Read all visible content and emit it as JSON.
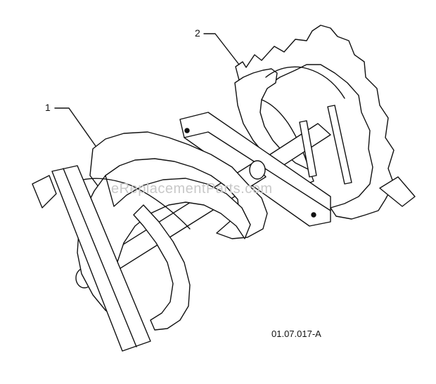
{
  "diagram": {
    "callouts": [
      {
        "id": "1",
        "label": "1",
        "part": "auger-flight-front"
      },
      {
        "id": "2",
        "label": "2",
        "part": "auger-flight-rear"
      }
    ],
    "drawing_code": "01.07.017-A",
    "watermark": "eReplacementParts.com",
    "colors": {
      "line": "#111111",
      "background": "#ffffff",
      "watermark": "#c8c8c8"
    }
  }
}
